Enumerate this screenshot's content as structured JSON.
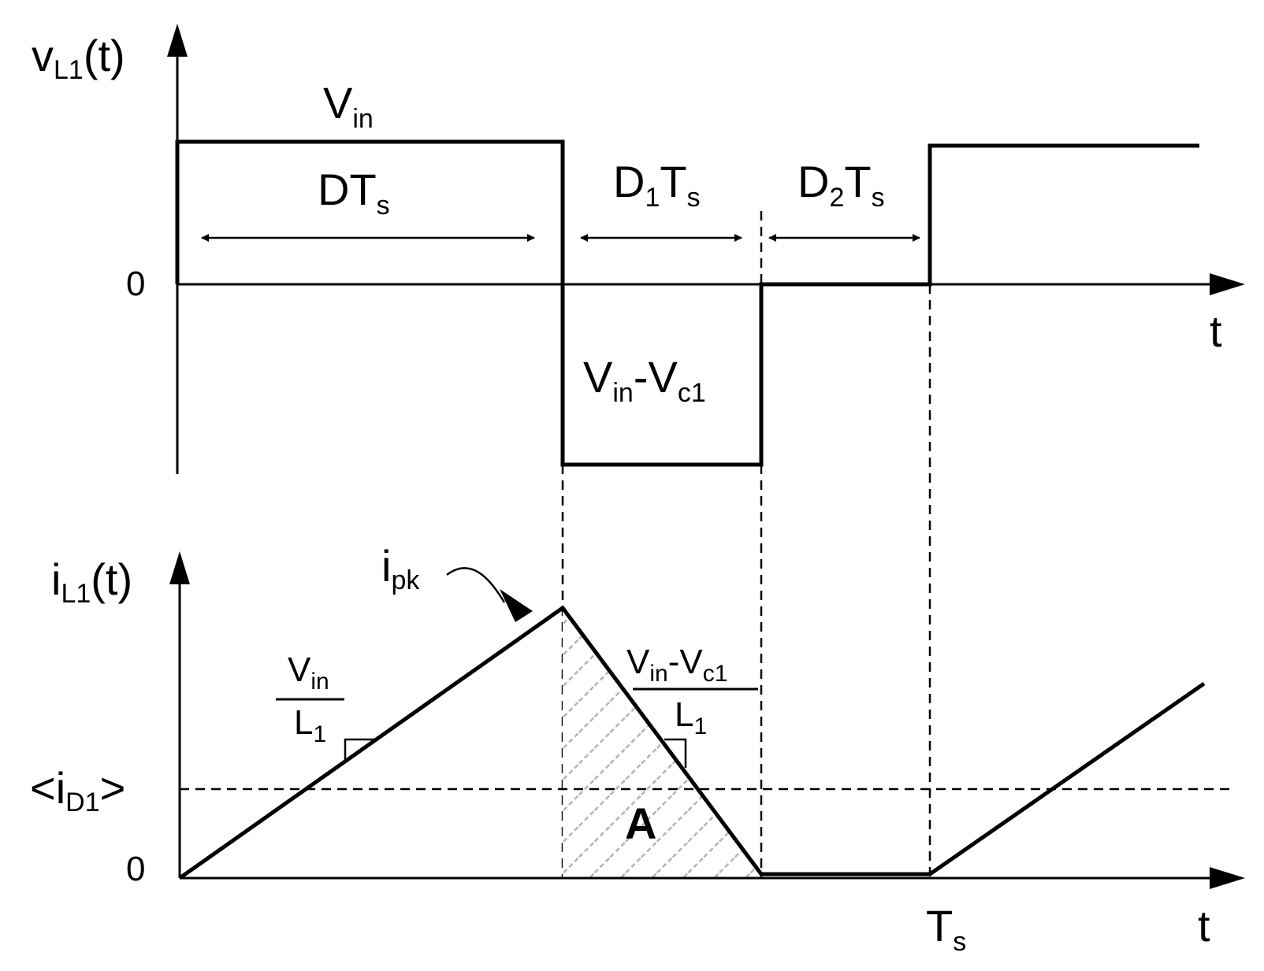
{
  "top_plot": {
    "y_axis_label": {
      "main": "v",
      "sub": "L1",
      "suffix": "(t)"
    },
    "x_axis_label": "t",
    "zero_label": "0",
    "level_labels": {
      "vin": {
        "main": "V",
        "sub": "in"
      },
      "neg": {
        "main1": "V",
        "sub1": "in",
        "dash": "-",
        "main2": "V",
        "sub2": "c1"
      }
    },
    "interval_labels": {
      "dts": {
        "main": "DT",
        "sub": "s"
      },
      "d1ts": {
        "main1": "D",
        "sub1": "1",
        "main2": "T",
        "sub2": "s"
      },
      "d2ts": {
        "main1": "D",
        "sub1": "2",
        "main2": "T",
        "sub2": "s"
      }
    }
  },
  "bottom_plot": {
    "y_axis_label": {
      "main": "i",
      "sub": "L1",
      "suffix": "(t)"
    },
    "x_axis_label": "t",
    "zero_label": "0",
    "peak_label": {
      "main": "i",
      "sub": "pk"
    },
    "avg_label": {
      "open": "<i",
      "sub": "D1",
      "close": ">"
    },
    "rise_slope": {
      "num_main": "V",
      "num_sub": "in",
      "den_main": "L",
      "den_sub": "1"
    },
    "fall_slope": {
      "num_main1": "V",
      "num_sub1": "in",
      "num_dash": "-",
      "num_main2": "V",
      "num_sub2": "c1",
      "den_main": "L",
      "den_sub": "1"
    },
    "area_label": "A",
    "period_label": {
      "main": "T",
      "sub": "s"
    }
  },
  "colors": {
    "ink": "#000000",
    "hatch": "#b4b4b4",
    "background": "#ffffff"
  }
}
